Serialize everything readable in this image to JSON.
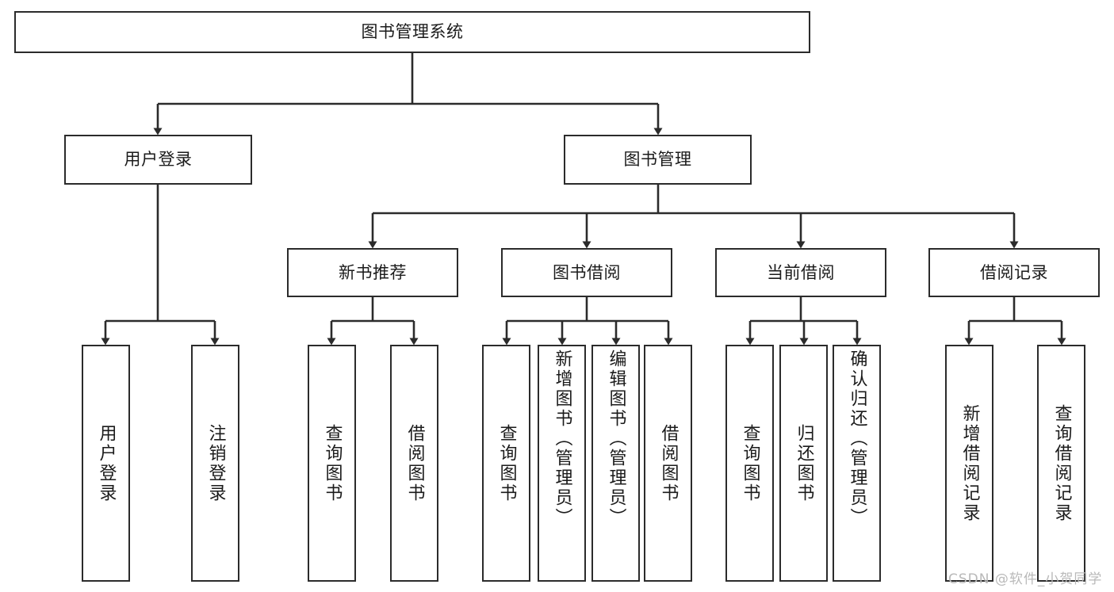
{
  "diagram": {
    "title": "图书管理系统",
    "type": "tree-hierarchy",
    "stroke_color": "#2b2b2b",
    "fill_color": "#ffffff",
    "text_color": "#1b1b1b"
  },
  "root": {
    "label": "图书管理系统"
  },
  "level2": [
    {
      "label": "用户登录"
    },
    {
      "label": "图书管理"
    }
  ],
  "level3": [
    {
      "label": "新书推荐"
    },
    {
      "label": "图书借阅"
    },
    {
      "label": "当前借阅"
    },
    {
      "label": "借阅记录"
    }
  ],
  "leaves": {
    "user_login": [
      {
        "label": "用户登录"
      },
      {
        "label": "注销登录"
      }
    ],
    "new_book_recommend": [
      {
        "label": "查询图书"
      },
      {
        "label": "借阅图书"
      }
    ],
    "book_borrow": [
      {
        "label": "查询图书"
      },
      {
        "label": "新增图书（管理员）"
      },
      {
        "label": "编辑图书（管理员）"
      },
      {
        "label": "借阅图书"
      }
    ],
    "current_borrow": [
      {
        "label": "查询图书"
      },
      {
        "label": "归还图书"
      },
      {
        "label": "确认归还（管理员）"
      }
    ],
    "borrow_records": [
      {
        "label": "新增借阅记录"
      },
      {
        "label": "查询借阅记录"
      }
    ]
  },
  "watermark": {
    "text": "CSDN @软件_小贺同学"
  }
}
